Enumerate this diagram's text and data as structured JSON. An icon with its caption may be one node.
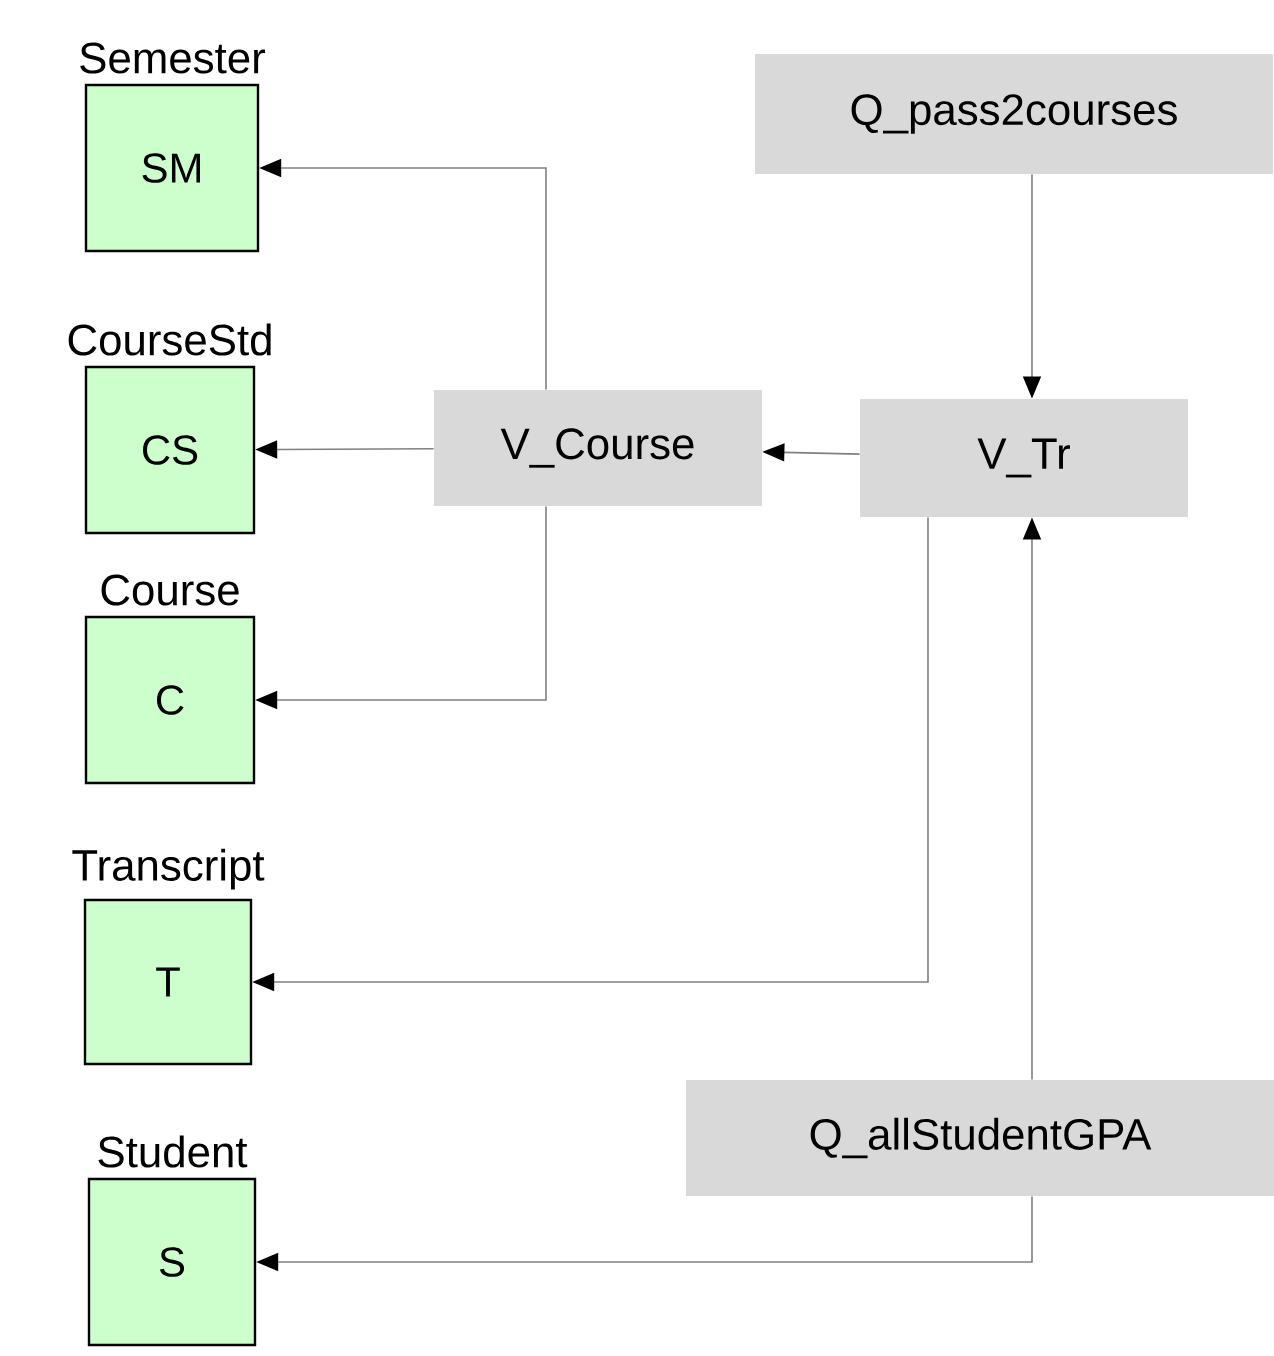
{
  "diagram": {
    "nodes": [
      {
        "text": [
          "Semester",
          "SM"
        ]
      },
      {
        "text": [
          "CourseStd",
          "CS"
        ]
      },
      {
        "text": [
          "Course",
          "C"
        ]
      },
      {
        "text": [
          "Transcript",
          "T"
        ]
      },
      {
        "text": [
          "Student",
          "S"
        ]
      },
      {
        "text": [
          "V_Course"
        ]
      },
      {
        "text": [
          "V_Tr"
        ]
      },
      {
        "text": [
          "Q_pass2courses"
        ]
      },
      {
        "text": [
          "Q_allStudentGPA"
        ]
      }
    ],
    "edges": [
      {
        "from": 5,
        "to": 0,
        "arrow": "to"
      },
      {
        "from": 5,
        "to": 1,
        "arrow": "to"
      },
      {
        "from": 5,
        "to": 2,
        "arrow": "to"
      },
      {
        "from": 6,
        "to": 5,
        "arrow": "to"
      },
      {
        "from": 7,
        "to": 6,
        "arrow": "to"
      },
      {
        "from": 6,
        "to": 3,
        "arrow": "to"
      },
      {
        "from": 8,
        "to": 6,
        "arrow": "to"
      },
      {
        "from": 8,
        "to": 4,
        "arrow": "to"
      }
    ]
  }
}
